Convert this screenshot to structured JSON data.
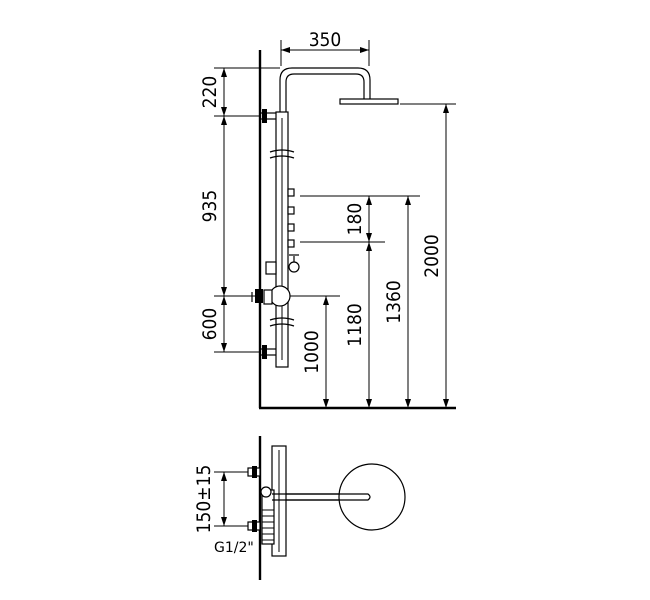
{
  "front_view": {
    "dims": {
      "arm_reach": "350",
      "top_gap": "220",
      "upper_span": "935",
      "lower_span": "600",
      "jet_spacing": "180",
      "total_height": "2000",
      "jets_top_height": "1360",
      "jets_bottom_height": "1180",
      "mixer_height": "1000"
    }
  },
  "side_view": {
    "dims": {
      "inlet_spacing": "150±15",
      "thread": "G1/2\""
    }
  }
}
